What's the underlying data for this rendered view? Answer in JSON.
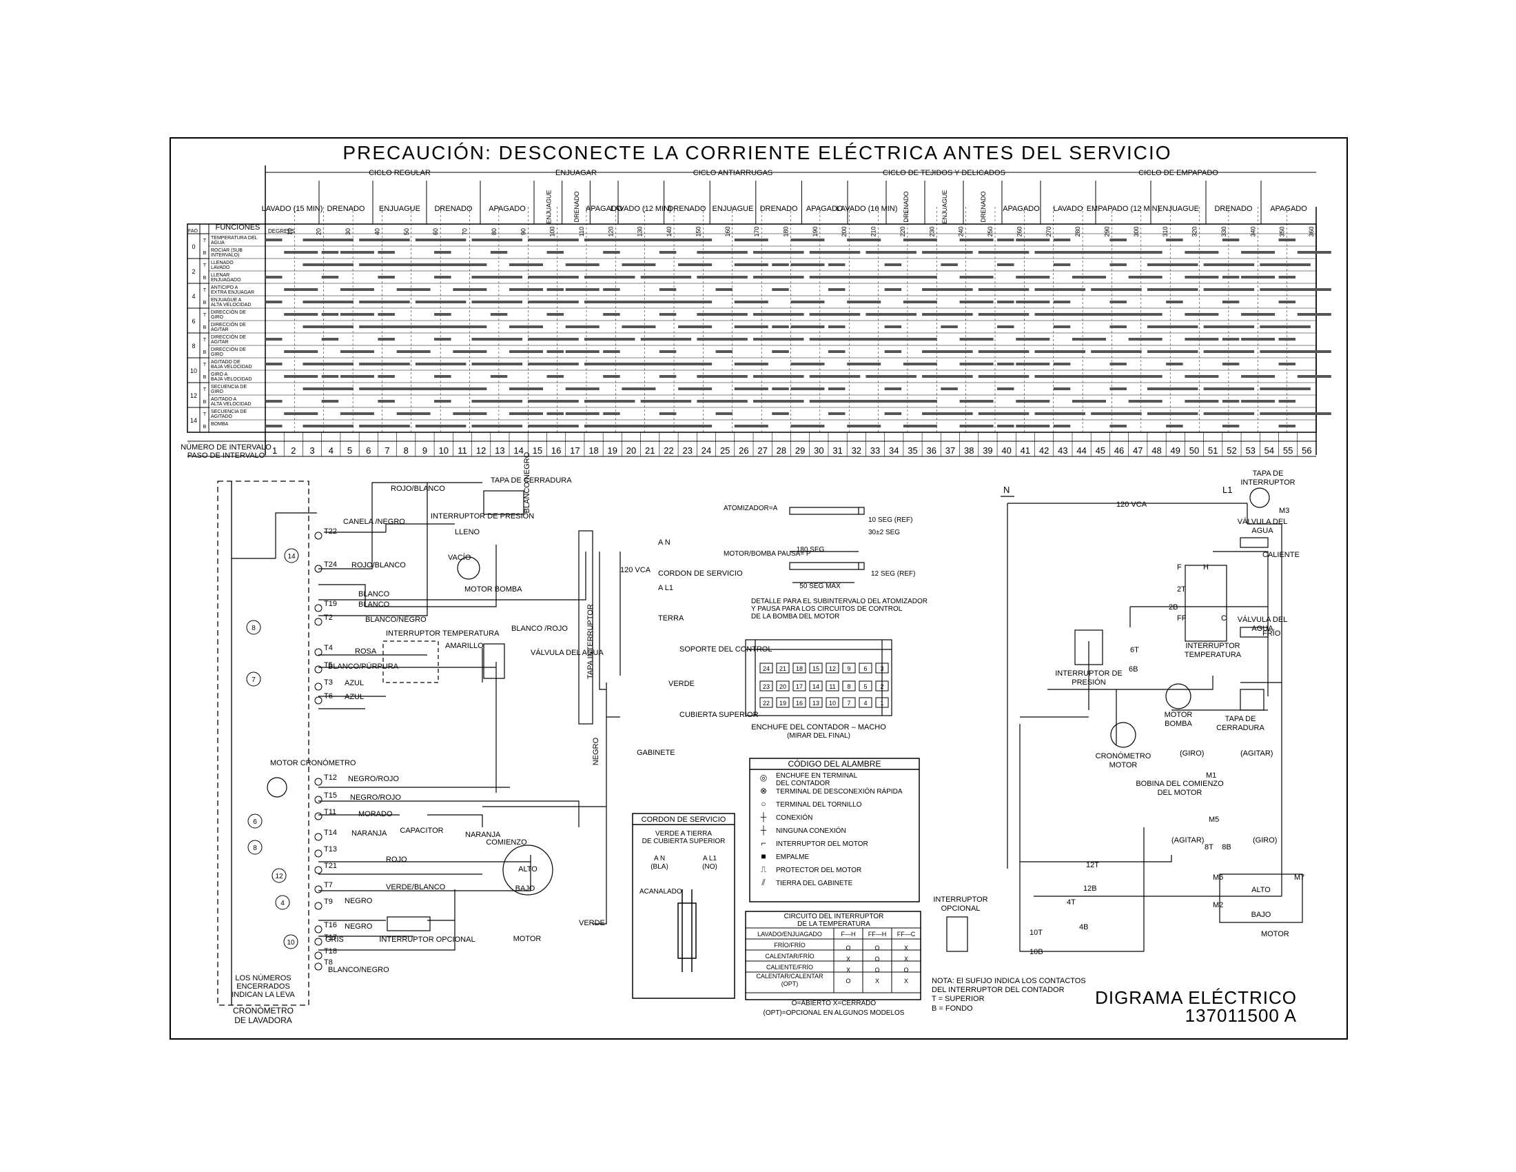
{
  "title": "PRECAUCIÓN:  DESCONECTE LA CORRIENTE ELÉCTRICA ANTES DEL SERVICIO",
  "cycles": [
    {
      "label": "CICLO REGULAR",
      "phases": [
        "LAVADO (15 MIN)",
        "DRENADO",
        "ENJUAGUE",
        "DRENADO",
        "APAGADO"
      ]
    },
    {
      "label": "ENJUAGAR",
      "phases": [
        "ENJUAGUE",
        "DRENADO",
        "APAGADO"
      ]
    },
    {
      "label": "CICLO ANTIARRUGAS",
      "phases": [
        "LAVADO (12 MIN)",
        "DRENADO",
        "ENJUAGUE",
        "DRENADO",
        "APAGADO"
      ]
    },
    {
      "label": "CICLO DE TEJIDOS Y DELICADOS",
      "phases": [
        "LAVADO (16 MIN)",
        "DRENADO",
        "ENJUAGUE",
        "DRENADO",
        "APAGADO"
      ]
    },
    {
      "label": "CICLO DE EMPAPADO",
      "phases": [
        "LAVADO",
        "EMPAPADO (12 MIN)",
        "ENJUAGUE",
        "DRENADO",
        "APAGADO"
      ]
    }
  ],
  "degrees_label": "DEGREES",
  "degrees": [
    "10",
    "20",
    "30",
    "40",
    "50",
    "60",
    "70",
    "80",
    "90",
    "100",
    "110",
    "120",
    "130",
    "140",
    "150",
    "160",
    "170",
    "180",
    "190",
    "200",
    "210",
    "220",
    "230",
    "240",
    "250",
    "260",
    "270",
    "280",
    "290",
    "300",
    "310",
    "320",
    "330",
    "340",
    "350",
    "360"
  ],
  "functions_header": "FUNCIONES",
  "fao_header": "FAO",
  "functions": [
    "TEMPERATURA DEL AGUA",
    "ROCIAR (SUB INTERVALO)",
    "LLENADO LAVADO",
    "LLENAR ENJUAGADO",
    "ANTICIPO A EXTRA ENJUAGAR",
    "ENJUAGUE A ALTA VELOCIDAD",
    "DIRECCIÓN DE GIRO",
    "DIRECCIÓN DE AGITAR",
    "DIRECCIÓN DE AGITAR",
    "DIRECCIÓN DE GIRO",
    "AGITADO DE BAJA VELOCIDAD",
    "GIRO A BAJA VELOCIDAD",
    "SECUENCIA DE GIRO",
    "AGITADO A ALTA VELOCIDAD",
    "SECUENCIA DE AGITADO",
    "BOMBA"
  ],
  "cam_numbers": [
    "0",
    "2",
    "4",
    "6",
    "8",
    "10",
    "12",
    "14"
  ],
  "interval_label_1": "NÚMERO DE INTERVALO",
  "interval_label_2": "PASO DE INTERVALO",
  "intervals": [
    "1",
    "2",
    "3",
    "4",
    "5",
    "6",
    "7",
    "8",
    "9",
    "10",
    "11",
    "12",
    "13",
    "14",
    "15",
    "16",
    "17",
    "18",
    "19",
    "20",
    "21",
    "22",
    "23",
    "24",
    "25",
    "26",
    "27",
    "28",
    "29",
    "30",
    "31",
    "32",
    "33",
    "34",
    "35",
    "36",
    "37",
    "38",
    "39",
    "40",
    "41",
    "42",
    "43",
    "44",
    "45",
    "46",
    "47",
    "48",
    "49",
    "50",
    "51",
    "52",
    "53",
    "54",
    "55",
    "56"
  ],
  "left_diagram": {
    "terminals": [
      "T22",
      "T24",
      "T19",
      "T2",
      "T4",
      "T5",
      "T3",
      "T6",
      "T12",
      "T15",
      "T11",
      "T14",
      "T13",
      "T21",
      "T7",
      "T9",
      "T16",
      "T17",
      "T18",
      "T8"
    ],
    "wires": [
      "CANELA /NEGRO",
      "ROJO/BLANCO",
      "BLANCO",
      "BLANCO",
      "BLANCO/NEGRO",
      "ROSA",
      "BLANCO/PÚRPURA",
      "AZUL",
      "AZUL",
      "NEGRO/ROJO",
      "NEGRO/ROJO",
      "MORADO",
      "NARANJA",
      "ROJO",
      "VERDE/BLANCO",
      "NEGRO",
      "NEGRO",
      "GRIS",
      "BLANCO/NEGRO",
      "ROJO/BLANCO",
      "BLANCO/NEGRO",
      "BLANCO /ROJO",
      "AMARILLO",
      "NARANJA",
      "NEGRO",
      "VERDE"
    ],
    "components": [
      "TAPA DE CERRADURA",
      "INTERRUPTOR DE PRESIÓN",
      "LLENO",
      "VACÍO",
      "MOTOR BOMBA",
      "INTERRUPTOR TEMPERATURA",
      "VÁLVULA DEL AGUA",
      "MOTOR CRONÓMETRO",
      "CAPACITOR",
      "COMIENZO",
      "ALTO",
      "BAJO",
      "MOTOR",
      "INTERRUPTOR OPCIONAL"
    ],
    "cams": [
      "14",
      "8",
      "7",
      "6",
      "8",
      "12",
      "4",
      "10"
    ],
    "note": "LOS NÚMEROS ENCERRADOS INDICAN LA LEVA",
    "timer": "CRONÓMETRO DE LAVADORA",
    "supply": [
      "A N",
      "120 VCA",
      "CORDON DE SERVICIO",
      "A L1",
      "TERRA"
    ],
    "ground": [
      "SOPORTE DEL CONTROL",
      "VERDE",
      "CUBIERTA SUPERIOR",
      "GABINETE",
      "TAPA INTERRUPTOR"
    ]
  },
  "spray_detail": {
    "atomizer": "ATOMIZADOR=A",
    "motor": "MOTOR/BOMBA PAUSA= P",
    "t1": "10 SEG (REF)",
    "t2": "30±2 SEG",
    "t3": "180 SEG",
    "t4": "12 SEG (REF)",
    "t5": "50 SEG MAX",
    "caption": "DETALLE PARA EL SUBINTERVALO DEL ATOMIZADOR Y PAUSA PARA LOS CIRCUITOS DE CONTROL DE LA BOMBA DEL MOTOR"
  },
  "connector": {
    "pins_top": [
      "24",
      "21",
      "18",
      "15",
      "12",
      "9",
      "6",
      "3"
    ],
    "pins_mid": [
      "23",
      "20",
      "17",
      "14",
      "11",
      "8",
      "5",
      "2"
    ],
    "pins_bot": [
      "22",
      "19",
      "16",
      "13",
      "10",
      "7",
      "4",
      "1"
    ],
    "caption": "ENCHUFE DEL CONTADOR – MACHO",
    "caption2": "(MIRAR DEL FINAL)"
  },
  "wire_code": {
    "title": "CÓDIGO DEL ALAMBRE",
    "items": [
      "ENCHUFE EN TERMINAL DEL CONTADOR",
      "TERMINAL DE DESCONEXIÓN RÁPIDA",
      "TERMINAL DEL TORNILLO",
      "CONEXIÓN",
      "NINGUNA CONEXIÓN",
      "INTERRUPTOR DEL MOTOR",
      "EMPALME",
      "PROTECTOR DEL MOTOR",
      "TIERRA DEL GABINETE"
    ]
  },
  "service_cord": {
    "title": "CORDON DE SERVICIO",
    "text": "VERDE A TIERRA DE CUBIERTA SUPERIOR",
    "an": "A N",
    "bla": "(BLA)",
    "al1": "A L1",
    "no": "(NO)",
    "groove": "ACANALADO"
  },
  "temp_table": {
    "title": "CIRCUITO DEL INTERRUPTOR DE LA TEMPERATURA",
    "headers": [
      "LAVADO/ENJUAGADO",
      "F—H",
      "FF—H",
      "FF—C"
    ],
    "rows": [
      [
        "FRÍO/FRÍO",
        "O",
        "O",
        "X"
      ],
      [
        "CALENTAR/FRÍO",
        "X",
        "O",
        "X"
      ],
      [
        "CALIENTE/FRÍO",
        "X",
        "O",
        "O"
      ],
      [
        "CALENTAR/CALENTAR (OPT)",
        "O",
        "X",
        "X"
      ]
    ],
    "legend": "O=ABIERTO        X=CERRADO",
    "legend2": "(OPT)=OPCIONAL EN ALGUNOS MODELOS"
  },
  "right_diagram": {
    "labels": [
      "N",
      "120 VCA",
      "L1",
      "TAPA DE INTERRUPTOR",
      "M3",
      "VÁLVULA DEL AGUA",
      "CALIENTE",
      "VÁLVULA DEL AGUA",
      "FRÍO",
      "INTERRUPTOR TEMPERATURA",
      "INTERRUPTOR DE PRESIÓN",
      "MOTOR BOMBA",
      "TAPA DE CERRADURA",
      "CRONÓMETRO MOTOR",
      "(GIRO)",
      "(AGITAR)",
      "BOBINA DEL COMIENZO DEL MOTOR",
      "M1",
      "M5",
      "(AGITAR)",
      "(GIRO)",
      "8T",
      "8B",
      "ALTO",
      "BAJO",
      "MOTOR",
      "M6",
      "M7",
      "M2",
      "INTERRUPTOR OPCIONAL",
      "12T",
      "12B",
      "4T",
      "4B",
      "10T",
      "10B",
      "6T",
      "6B",
      "2T",
      "2B",
      "H",
      "F",
      "FF",
      "C"
    ]
  },
  "note": "NOTA: El SUFIJO INDICA LOS CONTACTOS DEL INTERRUPTOR DEL CONTADOR",
  "note_t": "T = SUPERIOR",
  "note_b": "B = FONDO",
  "diagram_title": "DIGRAMA ELÉCTRICO",
  "diagram_number": "137011500 A"
}
